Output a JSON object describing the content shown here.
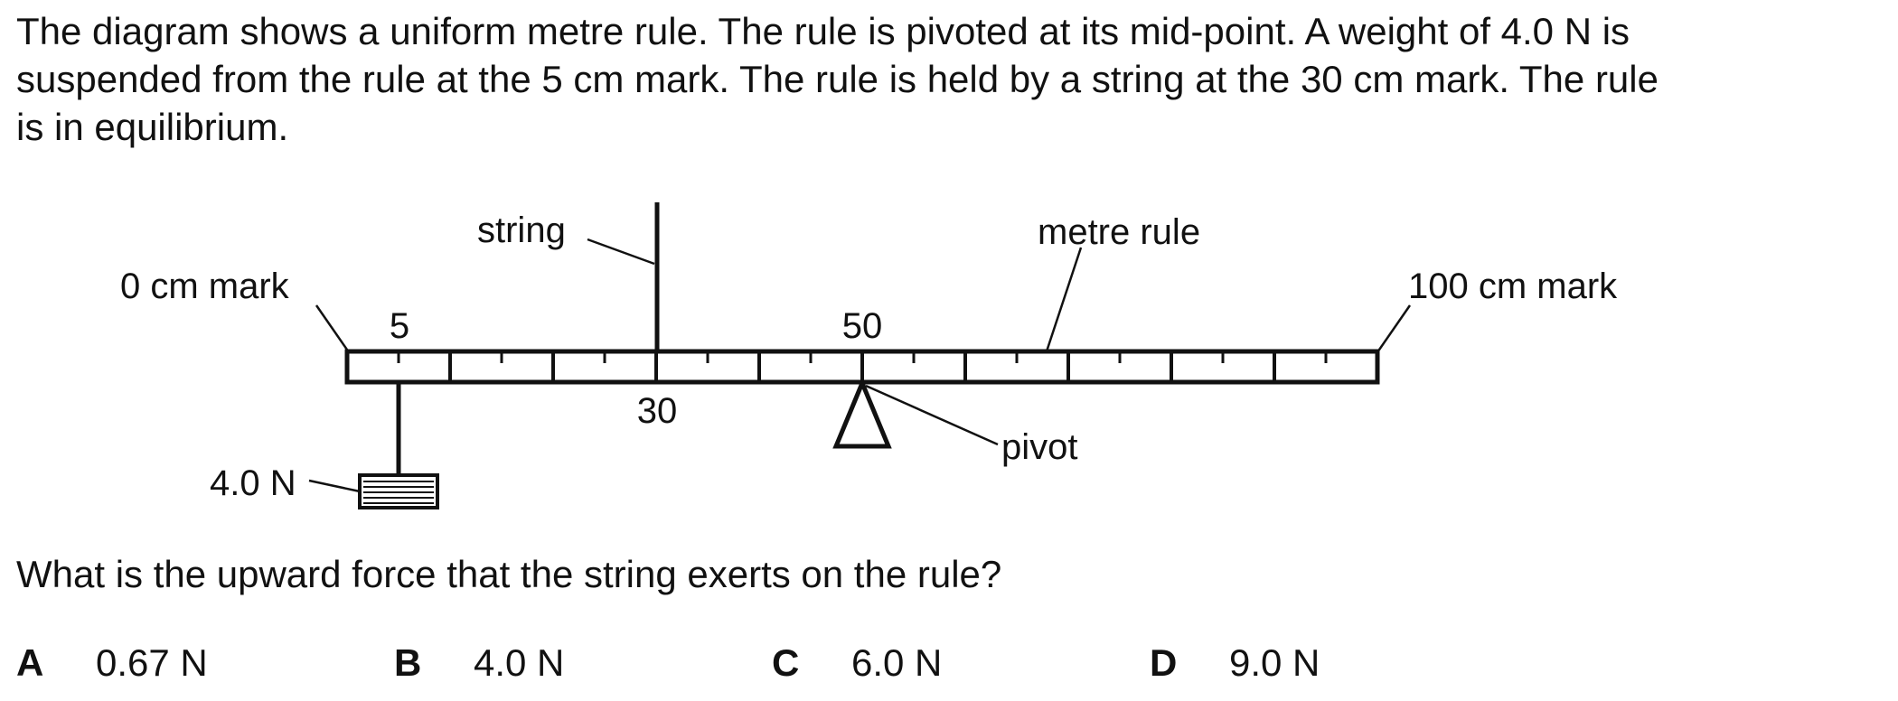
{
  "intro": {
    "line1": "The diagram shows a uniform metre rule. The rule is pivoted at its mid-point. A weight of 4.0 N is",
    "line2": "suspended from the rule at the 5 cm mark. The rule is held by a string at the 30 cm mark. The rule",
    "line3": "is in equilibrium."
  },
  "diagram": {
    "labels": {
      "string": "string",
      "metre_rule": "metre rule",
      "zero_mark": "0 cm mark",
      "hundred_mark": "100 cm mark",
      "tick_5": "5",
      "tick_50": "50",
      "tick_30": "30",
      "weight": "4.0 N",
      "pivot": "pivot"
    }
  },
  "question": "What is the upward force that the string exerts on the rule?",
  "options": [
    {
      "letter": "A",
      "value": "0.67 N"
    },
    {
      "letter": "B",
      "value": "4.0 N"
    },
    {
      "letter": "C",
      "value": "6.0 N"
    },
    {
      "letter": "D",
      "value": "9.0 N"
    }
  ]
}
